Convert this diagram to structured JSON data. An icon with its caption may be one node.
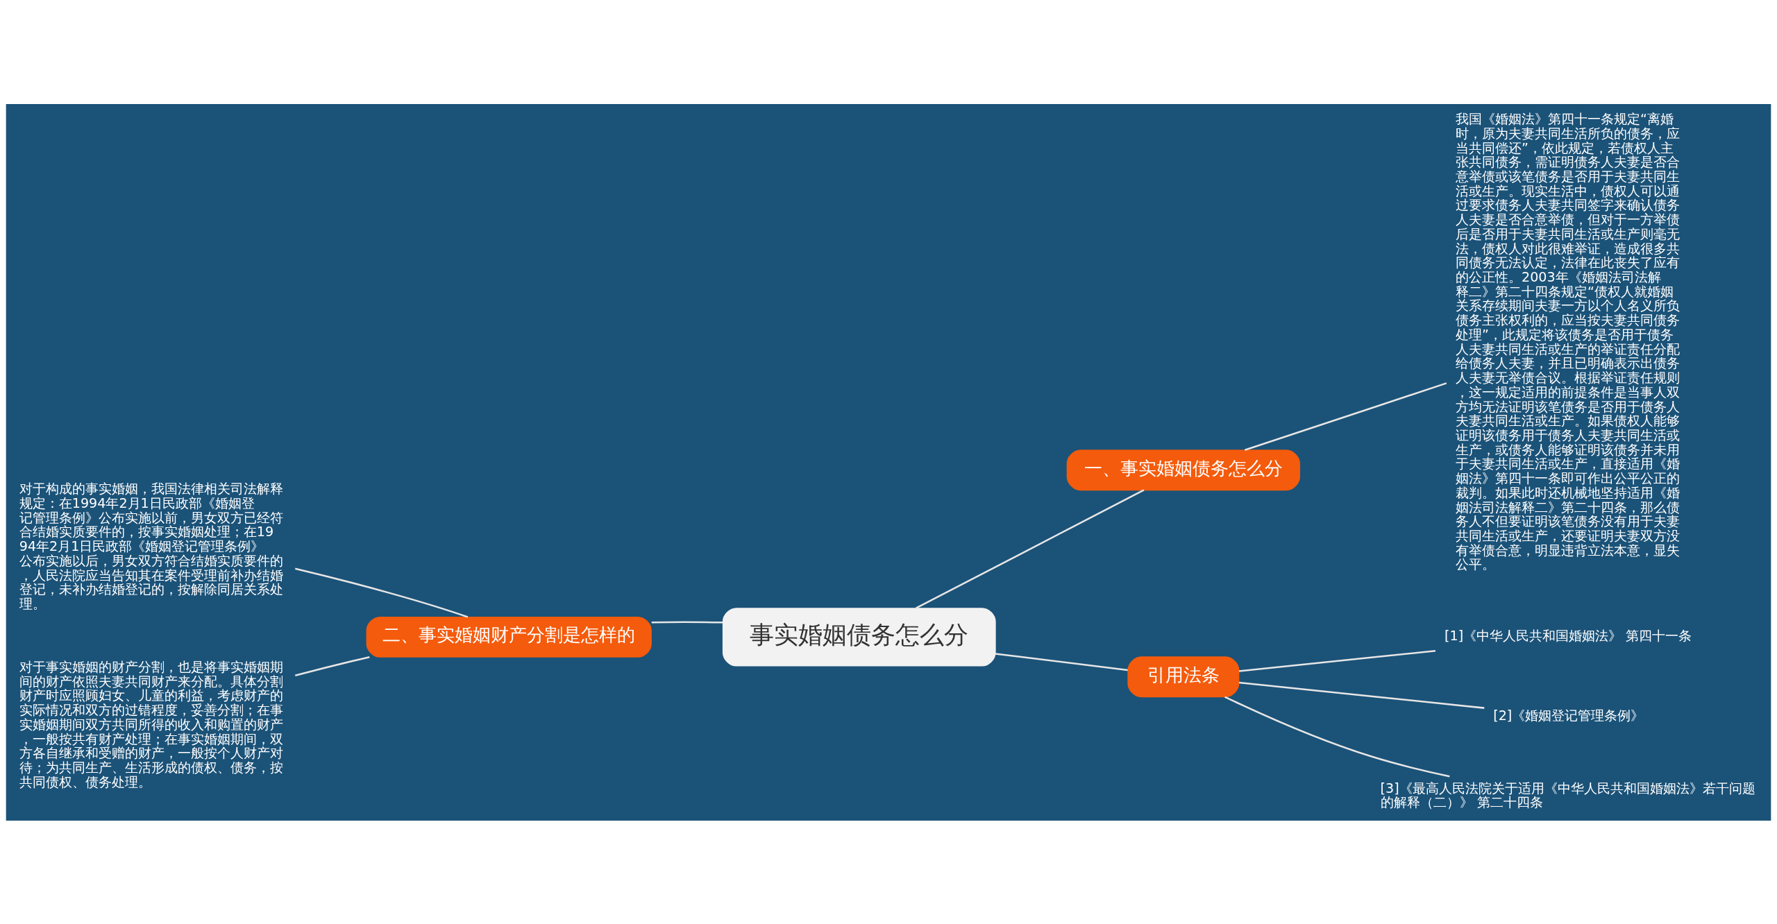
{
  "diagram": {
    "nodes": [
      {
        "text": [
          "事实婚姻债务怎么分"
        ]
      },
      {
        "text": [
          "一、事实婚姻债务怎么分"
        ]
      },
      {
        "text": [
          "我国《婚姻法》第四十一条规定“离婚时，原为夫妻共同生活所负的债务，应当共同偿还”，依此规定，若债权人主张共同债务，需证明债务人夫妻是否合意举债或该笔债务是否用于夫妻共同生活或生产。现实生活中，债权人可以通过要求债务人夫妻共同签字来确认债务人夫妻是否合意举债，但对于一方举债后是否用于夫妻共同生活或生产则毫无法，债权人对此很难举证，造成很多共同债务无法认定，法律在此丧失了应有的公正性。2003年《婚姻法司法解释二》第二十四条规定“债权人就婚姻关系存续期间夫妻一方以个人名义所负债务主张权利的，应当按夫妻共同债务处理”，此规定将该债务是否用于债务人夫妻共同生活或生产的举证责任分配给债务人夫妻，并且已明确表示出债务人夫妻无举债合议。根据举证责任规则，这一规定适用的前提条件是当事人双方均无法证明该笔债务是否用于债务人夫妻共同生活或生产。如果债权人能够证明该债务用于债务人夫妻共同生活或生产，或债务人能够证明该债务并未用于夫妻共同生活或生产，直接适用《婚姻法》第四十一条即可作出公平公正的裁判。如果此时还机械地坚持适用《婚姻法司法解释二》第二十四条，那么债务人不但要证明该笔债务没有用于夫妻共同生活或生产，还要证明夫妻双方没有举债合意，明显违背立法本意，显失公平。"
        ]
      },
      {
        "text": [
          "二、事实婚姻财产分割是怎样的"
        ]
      },
      {
        "text": [
          "对于构成的事实婚姻，我国法律相关司法解释规定：在1994年2月1日民政部《婚姻登记管理条例》公布实施以前，男女双方已经符合结婚实质要件的，按事实婚姻处理；在1994年2月1日民政部《婚姻登记管理条例》公布实施以后，男女双方符合结婚实质要件的，人民法院应当告知其在案件受理前补办结婚登记，未补办结婚登记的，按解除同居关系处理。"
        ]
      },
      {
        "text": [
          "对于事实婚姻的财产分割，也是将事实婚姻期间的财产依照夫妻共同财产来分配。具体分割财产时应照顾妇女、儿童的利益，考虑财产的实际情况和双方的过错程度，妥善分割；在事实婚姻期间双方共同所得的收入和购置的财产，一般按共有财产处理；在事实婚姻期间，双方各自继承和受赠的财产，一般按个人财产对待；为共同生产、生活形成的债权、债务，按共同债权、债务处理。"
        ]
      },
      {
        "text": [
          "引用法条"
        ]
      },
      {
        "text": [
          "[1]《中华人民共和国婚姻法》 第四十一条"
        ]
      },
      {
        "text": [
          "[2]《婚姻登记管理条例》"
        ]
      },
      {
        "text": [
          "[3]《最高人民法院关于适用《中华人民共和国婚姻法》若干问题的解释（二）》 第二十四条"
        ]
      }
    ],
    "edges": [
      {
        "from": 0,
        "to": 1,
        "arrow": "none"
      },
      {
        "from": 1,
        "to": 2,
        "arrow": "none"
      },
      {
        "from": 0,
        "to": 3,
        "arrow": "none"
      },
      {
        "from": 3,
        "to": 4,
        "arrow": "none"
      },
      {
        "from": 3,
        "to": 5,
        "arrow": "none"
      },
      {
        "from": 0,
        "to": 6,
        "arrow": "none"
      },
      {
        "from": 6,
        "to": 7,
        "arrow": "none"
      },
      {
        "from": 6,
        "to": 8,
        "arrow": "none"
      },
      {
        "from": 6,
        "to": 9,
        "arrow": "none"
      }
    ]
  }
}
